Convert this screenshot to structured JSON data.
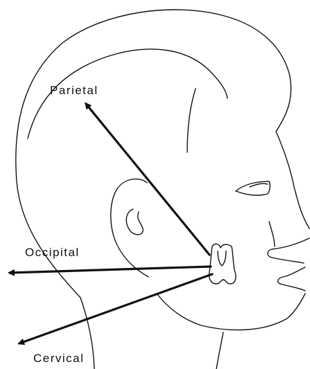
{
  "labels": {
    "parietal": "Parietal",
    "occipital": "Occipital",
    "cervical": "Cervical"
  },
  "colors": {
    "line": "#111111",
    "background": "#ffffff"
  }
}
